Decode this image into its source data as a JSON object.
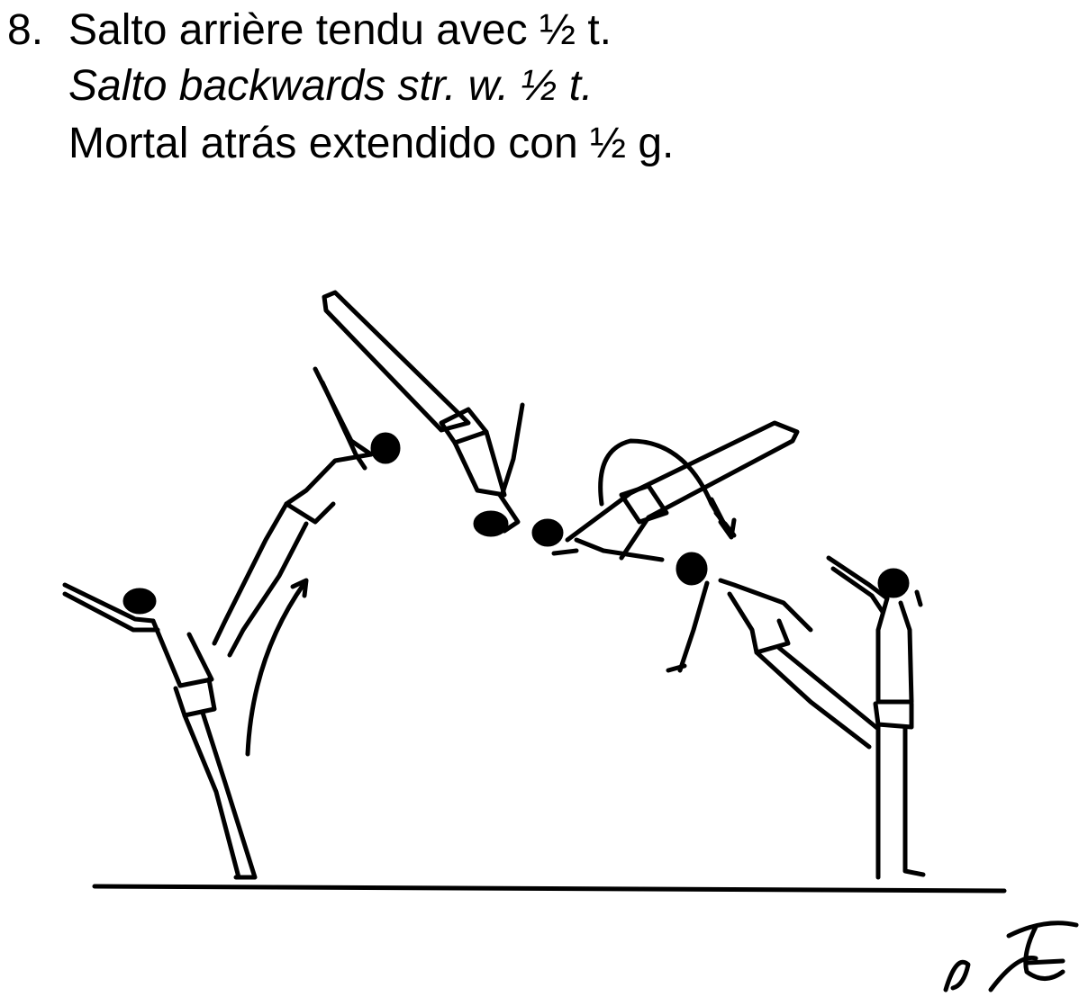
{
  "element": {
    "number": "8.",
    "name_fr": "Salto arrière tendu avec ½ t.",
    "name_en": "Salto backwards str. w. ½ t.",
    "name_es": "Mortal atrás extendido con ½ g."
  },
  "illustration": {
    "figures": [
      "takeoff-figure",
      "arch-figure",
      "inverted-figure",
      "twisting-figure",
      "descending-figure",
      "landing-figure"
    ],
    "arrows": [
      "rotation-arrow",
      "twist-arrow"
    ],
    "signature_icon": "signature-icon"
  }
}
